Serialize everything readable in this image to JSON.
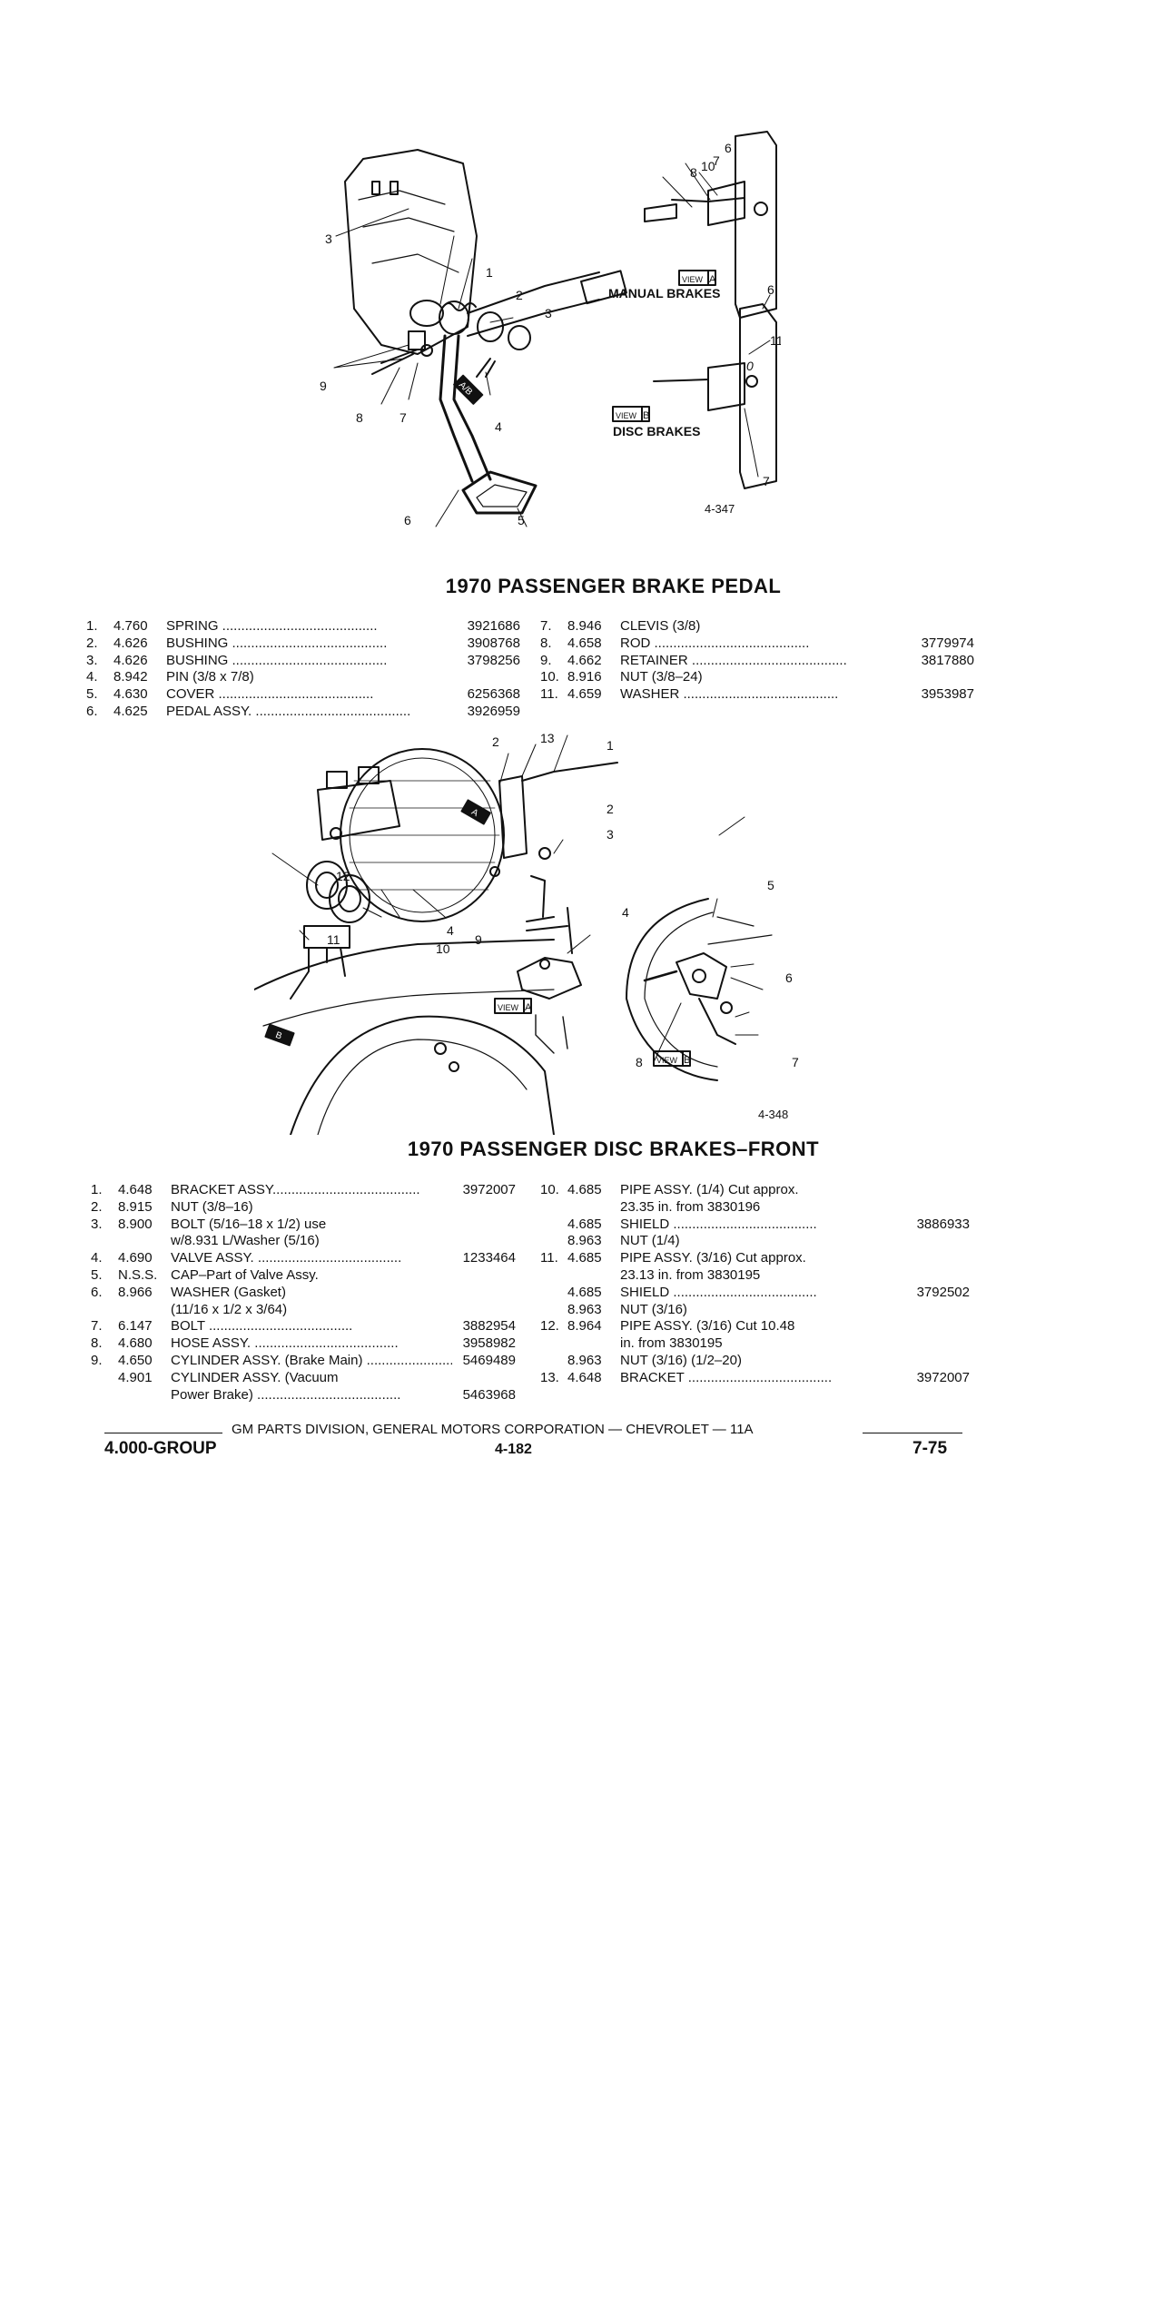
{
  "figure1": {
    "id": "4-347",
    "callouts": [
      "1",
      "2",
      "3",
      "3",
      "4",
      "5",
      "6",
      "7",
      "8",
      "9"
    ],
    "view_a": {
      "view_word": "VIEW",
      "letter": "A",
      "caption": "MANUAL BRAKES",
      "callouts": [
        "6",
        "7",
        "8",
        "10"
      ]
    },
    "view_b": {
      "view_word": "VIEW",
      "letter": "B",
      "caption": "DISC BRAKES",
      "callouts": [
        "6",
        "7",
        "11"
      ]
    },
    "pedal_tag": "A/B"
  },
  "section1": {
    "title": "1970 PASSENGER BRAKE PEDAL",
    "left": [
      {
        "num": "1.",
        "group": "4.760",
        "desc": "SPRING",
        "part": "3921686"
      },
      {
        "num": "2.",
        "group": "4.626",
        "desc": "BUSHING",
        "part": "3908768"
      },
      {
        "num": "3.",
        "group": "4.626",
        "desc": "BUSHING",
        "part": "3798256"
      },
      {
        "num": "4.",
        "group": "8.942",
        "desc": "PIN (3/8 x 7/8)",
        "part": ""
      },
      {
        "num": "5.",
        "group": "4.630",
        "desc": "COVER",
        "part": "6256368"
      },
      {
        "num": "6.",
        "group": "4.625",
        "desc": "PEDAL ASSY.",
        "part": "3926959"
      }
    ],
    "right": [
      {
        "num": "7.",
        "group": "8.946",
        "desc": "CLEVIS (3/8)",
        "part": ""
      },
      {
        "num": "8.",
        "group": "4.658",
        "desc": "ROD",
        "part": "3779974"
      },
      {
        "num": "9.",
        "group": "4.662",
        "desc": "RETAINER",
        "part": "3817880"
      },
      {
        "num": "10.",
        "group": "8.916",
        "desc": "NUT (3/8–24)",
        "part": ""
      },
      {
        "num": "11.",
        "group": "4.659",
        "desc": "WASHER",
        "part": "3953987"
      }
    ]
  },
  "figure2": {
    "id": "4-348",
    "callouts": [
      "1",
      "2",
      "2",
      "3",
      "4",
      "4",
      "5",
      "6",
      "7",
      "8",
      "9",
      "10",
      "11",
      "12",
      "13"
    ],
    "view_a": {
      "view_word": "VIEW",
      "letter": "A"
    },
    "view_b": {
      "view_word": "VIEW",
      "letter": "B"
    },
    "tag_a": "A",
    "tag_b": "B"
  },
  "section2": {
    "title": "1970 PASSENGER DISC BRAKES–FRONT",
    "left": [
      {
        "num": "1.",
        "group": "4.648",
        "desc": "BRACKET ASSY.",
        "dots": true,
        "part": "3972007"
      },
      {
        "num": "2.",
        "group": "8.915",
        "desc": "NUT (3/8–16)",
        "dots": false,
        "part": ""
      },
      {
        "num": "3.",
        "group": "8.900",
        "desc": "BOLT (5/16–18 x 1/2) use",
        "dots": false,
        "part": ""
      },
      {
        "num": "",
        "group": "",
        "desc": "w/8.931 L/Washer (5/16)",
        "dots": false,
        "part": ""
      },
      {
        "num": "4.",
        "group": "4.690",
        "desc": "VALVE ASSY.",
        "dots": true,
        "part": "1233464"
      },
      {
        "num": "5.",
        "group": "N.S.S.",
        "desc": "CAP–Part of Valve Assy.",
        "dots": false,
        "part": ""
      },
      {
        "num": "6.",
        "group": "8.966",
        "desc": "WASHER (Gasket)",
        "dots": false,
        "part": ""
      },
      {
        "num": "",
        "group": "",
        "desc": "(11/16 x 1/2 x 3/64)",
        "dots": false,
        "part": ""
      },
      {
        "num": "7.",
        "group": "6.147",
        "desc": "BOLT",
        "dots": true,
        "part": "3882954"
      },
      {
        "num": "8.",
        "group": "4.680",
        "desc": "HOSE ASSY.",
        "dots": true,
        "part": "3958982"
      },
      {
        "num": "9.",
        "group": "4.650",
        "desc": "CYLINDER ASSY. (Brake Main)",
        "dots": true,
        "part": "5469489"
      },
      {
        "num": "",
        "group": "4.901",
        "desc": "CYLINDER ASSY. (Vacuum",
        "dots": false,
        "part": ""
      },
      {
        "num": "",
        "group": "",
        "desc": "Power Brake)",
        "dots": true,
        "part": "5463968"
      }
    ],
    "right": [
      {
        "num": "10.",
        "group": "4.685",
        "desc": "PIPE ASSY. (1/4) Cut approx.",
        "dots": false,
        "part": ""
      },
      {
        "num": "",
        "group": "",
        "desc": "23.35 in. from 3830196",
        "dots": false,
        "part": ""
      },
      {
        "num": "",
        "group": "4.685",
        "desc": "SHIELD",
        "dots": true,
        "part": "3886933"
      },
      {
        "num": "",
        "group": "8.963",
        "desc": "NUT (1/4)",
        "dots": false,
        "part": ""
      },
      {
        "num": "11.",
        "group": "4.685",
        "desc": "PIPE ASSY. (3/16) Cut approx.",
        "dots": false,
        "part": ""
      },
      {
        "num": "",
        "group": "",
        "desc": "23.13 in. from 3830195",
        "dots": false,
        "part": ""
      },
      {
        "num": "",
        "group": "4.685",
        "desc": "SHIELD",
        "dots": true,
        "part": "3792502"
      },
      {
        "num": "",
        "group": "8.963",
        "desc": "NUT (3/16)",
        "dots": false,
        "part": ""
      },
      {
        "num": "12.",
        "group": "8.964",
        "desc": "PIPE ASSY. (3/16) Cut 10.48",
        "dots": false,
        "part": ""
      },
      {
        "num": "",
        "group": "",
        "desc": "in. from 3830195",
        "dots": false,
        "part": ""
      },
      {
        "num": "",
        "group": "8.963",
        "desc": "NUT (3/16) (1/2–20)",
        "dots": false,
        "part": ""
      },
      {
        "num": "13.",
        "group": "4.648",
        "desc": "BRACKET",
        "dots": true,
        "part": "3972007"
      }
    ]
  },
  "footer": {
    "division": "GM PARTS DIVISION, GENERAL MOTORS CORPORATION — CHEVROLET — 11A",
    "group": "4.000-GROUP",
    "page": "4-182",
    "section": "7-75"
  }
}
